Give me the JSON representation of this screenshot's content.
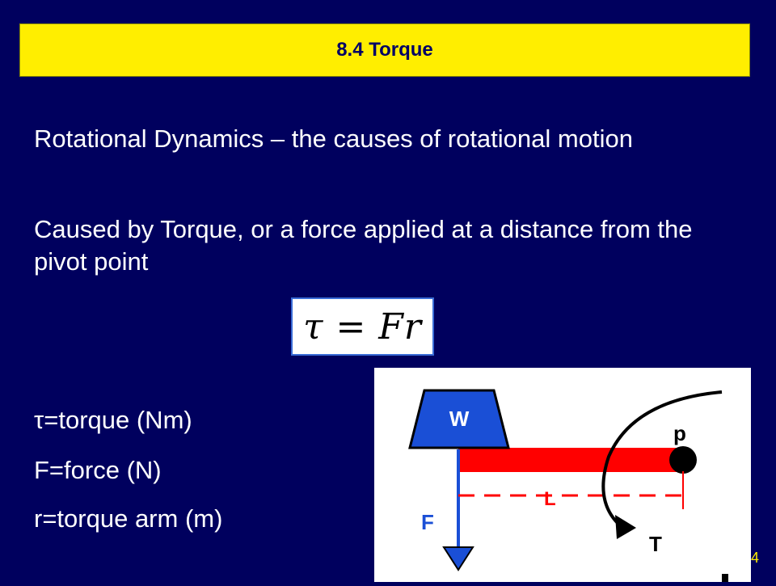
{
  "slide": {
    "title": "8.4 Torque",
    "paragraphs": [
      "Rotational Dynamics – the causes of rotational motion",
      "Caused by Torque, or a force applied at a distance from the pivot point"
    ],
    "formula": "τ = Fr",
    "definitions": [
      "τ=torque (Nm)",
      "F=force (N)",
      "r=torque arm (m)"
    ],
    "page_number": "4"
  },
  "diagram": {
    "weight_label": "W",
    "pivot_label": "p",
    "length_label": "L",
    "force_label": "F",
    "torque_label": "T"
  },
  "colors": {
    "background": "#00005e",
    "title_bar": "#ffee00",
    "lever": "#ff0000",
    "weight": "#1a4fd6",
    "force_arrow": "#1a4fd6"
  }
}
